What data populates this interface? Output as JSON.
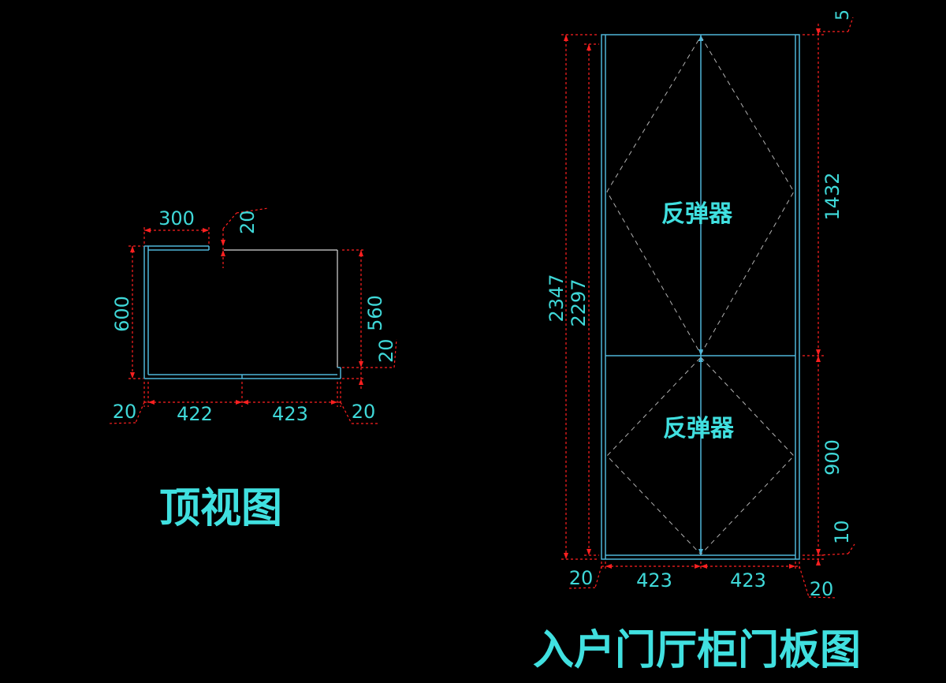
{
  "top_view": {
    "title": "顶视图",
    "dims": {
      "top_width": "300",
      "notch": "20",
      "left_height": "600",
      "right_height": "560",
      "right_gap": "20",
      "bottom_left_edge": "20",
      "bottom_left_span": "422",
      "bottom_right_span": "423",
      "bottom_right_edge": "20"
    }
  },
  "door_panel": {
    "title": "入户门厅柜门板图",
    "upper_label": "反弹器",
    "lower_label": "反弹器",
    "dims": {
      "total_height": "2347",
      "inner_height": "2297",
      "top_gap": "5",
      "upper_height": "1432",
      "lower_height": "900",
      "bottom_gap": "10",
      "left_edge": "20",
      "left_span": "423",
      "right_span": "423",
      "right_edge": "20"
    }
  },
  "colors": {
    "background": "#000000",
    "dimension_text": "#3fd8d8",
    "dimension_line": "#ff2020",
    "panel_outline": "#4fb6d8"
  }
}
